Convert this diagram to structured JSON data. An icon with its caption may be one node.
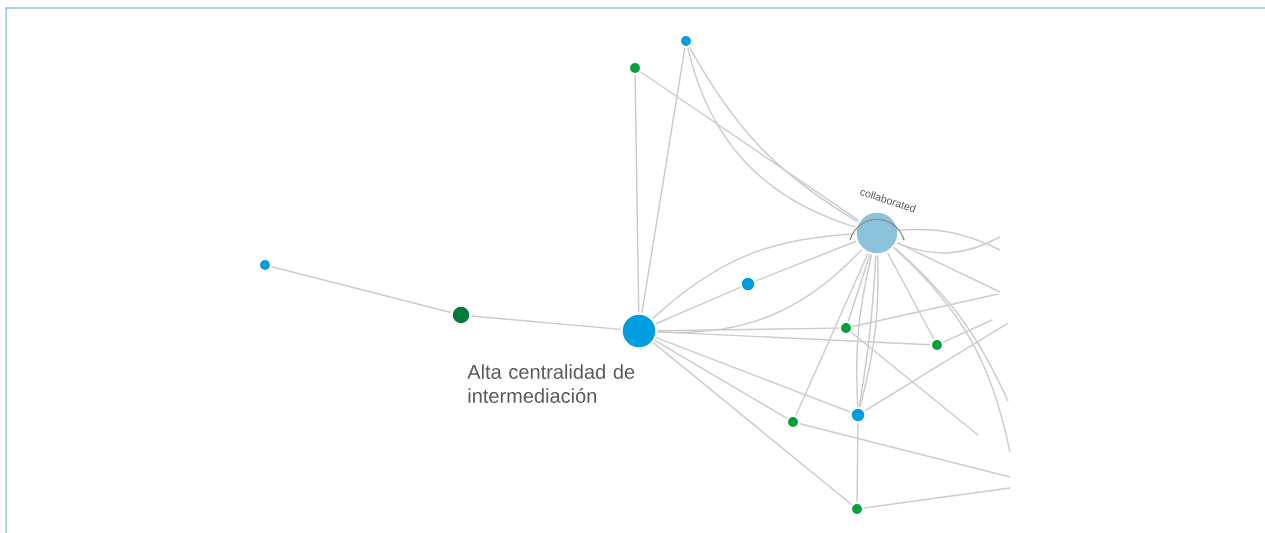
{
  "diagram": {
    "nodes": [
      {
        "text": [],
        "shape": "circle"
      },
      {
        "text": [],
        "shape": "circle"
      },
      {
        "text": [],
        "shape": "circle",
        "beside": [
          "Alta centralidad de intermediación"
        ]
      },
      {
        "text": [],
        "shape": "circle"
      },
      {
        "text": [],
        "shape": "circle"
      },
      {
        "text": [],
        "shape": "circle"
      },
      {
        "text": [],
        "shape": "circle"
      },
      {
        "text": [],
        "shape": "circle"
      },
      {
        "text": [],
        "shape": "circle"
      },
      {
        "text": [],
        "shape": "circle"
      },
      {
        "text": [],
        "shape": "circle"
      },
      {
        "text": [],
        "shape": "circle"
      }
    ],
    "edges": [
      {
        "from": 0,
        "to": 1,
        "arrow": "none"
      },
      {
        "from": 1,
        "to": 2,
        "arrow": "none"
      },
      {
        "from": 2,
        "to": 3,
        "arrow": "none"
      },
      {
        "from": 2,
        "to": 4,
        "arrow": "none"
      },
      {
        "from": 3,
        "to": 5,
        "arrow": "none"
      },
      {
        "from": 4,
        "to": 5,
        "arrow": "none"
      },
      {
        "from": 4,
        "to": 5,
        "arrow": "none"
      },
      {
        "from": 2,
        "to": 5,
        "arrow": "none"
      },
      {
        "from": 2,
        "to": 6,
        "arrow": "none"
      },
      {
        "from": 6,
        "to": 5,
        "arrow": "none"
      },
      {
        "from": 2,
        "to": 5,
        "arrow": "none"
      },
      {
        "from": 2,
        "to": 7,
        "arrow": "none"
      },
      {
        "from": 2,
        "to": 8,
        "arrow": "none"
      },
      {
        "from": 2,
        "to": 9,
        "arrow": "none"
      },
      {
        "from": 2,
        "to": 10,
        "arrow": "none"
      },
      {
        "from": 2,
        "to": 11,
        "arrow": "none"
      },
      {
        "from": 5,
        "to": 10,
        "arrow": "none"
      },
      {
        "from": 5,
        "to": 7,
        "arrow": "none"
      },
      {
        "from": 5,
        "to": 9,
        "arrow": "none"
      },
      {
        "from": 5,
        "to": 9,
        "arrow": "none"
      },
      {
        "from": 5,
        "to": 9,
        "arrow": "none"
      },
      {
        "from": 5,
        "to": 8,
        "arrow": "none"
      },
      {
        "from": 5,
        "to": null,
        "arrow": "none"
      },
      {
        "from": 5,
        "to": null,
        "arrow": "none"
      },
      {
        "from": 5,
        "to": null,
        "arrow": "none"
      },
      {
        "from": 5,
        "to": null,
        "arrow": "none"
      },
      {
        "from": 5,
        "to": null,
        "arrow": "none"
      },
      {
        "from": 7,
        "to": null,
        "arrow": "none"
      },
      {
        "from": 7,
        "to": null,
        "arrow": "none"
      },
      {
        "from": 8,
        "to": null,
        "arrow": "none"
      },
      {
        "from": 9,
        "to": null,
        "arrow": "none"
      },
      {
        "from": 9,
        "to": 11,
        "arrow": "none"
      },
      {
        "from": 10,
        "to": null,
        "arrow": "none"
      },
      {
        "from": 11,
        "to": null,
        "arrow": "none"
      }
    ],
    "labels": [
      "collaborated"
    ]
  }
}
